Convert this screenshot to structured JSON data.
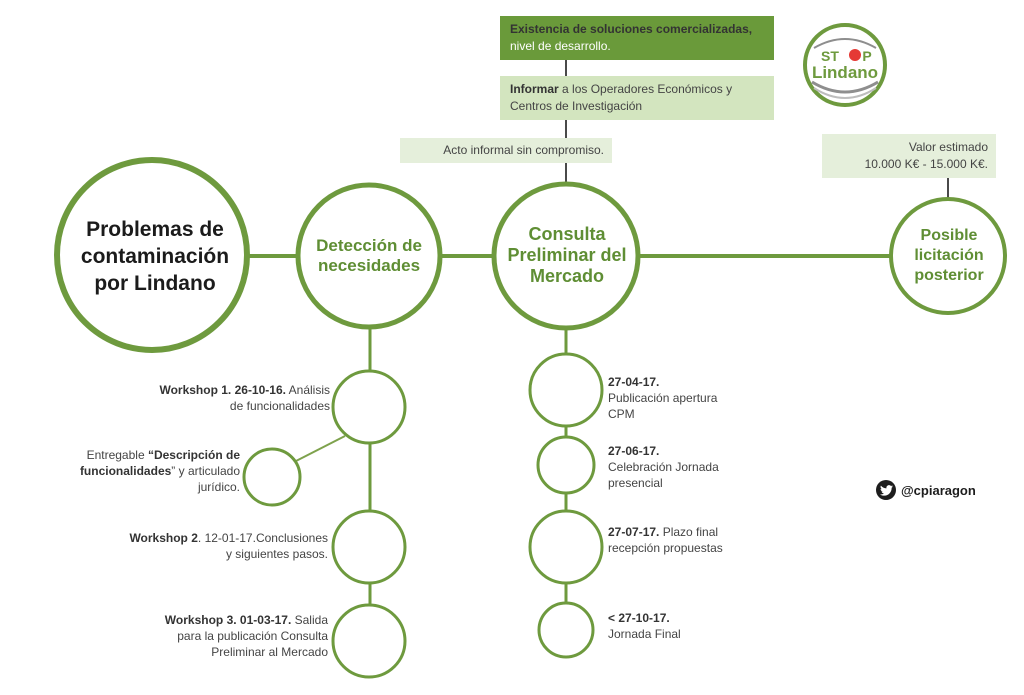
{
  "nodes": {
    "main": "Problemas de contaminación por Lindano",
    "deteccion": "Detección de necesidades",
    "cpm": "Consulta Preliminar del Mercado",
    "licitacion": "Posible licitación posterior"
  },
  "boxes": {
    "existencia_bold": "Existencia de soluciones comercializadas,",
    "existencia_rest": "nivel de desarrollo.",
    "informar_bold": "Informar",
    "informar_rest": " a los Operadores Económicos y Centros de Investigación",
    "acto": "Acto informal sin compromiso.",
    "valor_line1": "Valor estimado",
    "valor_line2": "10.000 K€ - 15.000 K€."
  },
  "deteccion_items": [
    {
      "bold": "Workshop 1. 26-10-16.",
      "text": " Análisis de funcionalidades"
    },
    {
      "prefix": "Entregable ",
      "bold": "“Descripción de funcionalidades",
      "text": "” y articulado jurídico."
    },
    {
      "bold": "Workshop 2",
      "text": ". 12-01-17.",
      "text2": "Conclusiones y siguientes pasos."
    },
    {
      "bold": "Workshop 3. 01-03-17.",
      "text": " Salida para la publicación Consulta Preliminar al Mercado"
    }
  ],
  "cpm_items": [
    {
      "bold": "27-04-17.",
      "text": "Publicación apertura CPM"
    },
    {
      "bold": "27-06-17.",
      "text": "Celebración Jornada presencial"
    },
    {
      "bold": "27-07-17.",
      "text": " Plazo final recepción propuestas"
    },
    {
      "bold": "< 27-10-17.",
      "text": "Jornada Final"
    }
  ],
  "logo": {
    "line1_a": "ST",
    "line1_b": "P",
    "line2": "Lindano"
  },
  "twitter": {
    "icon": "twitter-bird-icon",
    "handle": "@cpiaragon"
  },
  "colors": {
    "green": "#6e9a3e",
    "dark_green_box": "#6a9a3a",
    "light_green_box": "#d3e5bf",
    "pale_green_box": "#e5efdb",
    "logo_red": "#e53935"
  }
}
